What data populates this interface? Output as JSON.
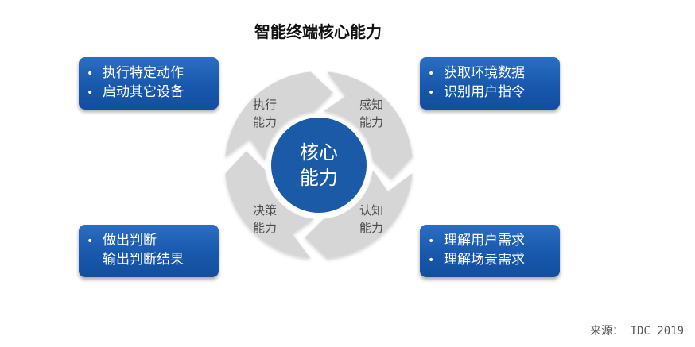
{
  "title": "智能终端核心能力",
  "center": {
    "line1": "核心",
    "line2": "能力"
  },
  "segments": [
    {
      "line1": "执行",
      "line2": "能力"
    },
    {
      "line1": "感知",
      "line2": "能力"
    },
    {
      "line1": "认知",
      "line2": "能力"
    },
    {
      "line1": "决策",
      "line2": "能力"
    }
  ],
  "boxes": {
    "top_left": [
      "执行特定动作",
      "启动其它设备"
    ],
    "top_right": [
      "获取环境数据",
      "识别用户指令"
    ],
    "bottom_left": [
      "做出判断",
      "输出判断结果"
    ],
    "bottom_right": [
      "理解用户需求",
      "理解场景需求"
    ]
  },
  "source": "来源： IDC 2019",
  "colors": {
    "box_blue": "#1858ad",
    "center_blue": "#1a5aa6",
    "ring_gray": "#d6d6d6",
    "segment_text": "#4a4a4a"
  }
}
